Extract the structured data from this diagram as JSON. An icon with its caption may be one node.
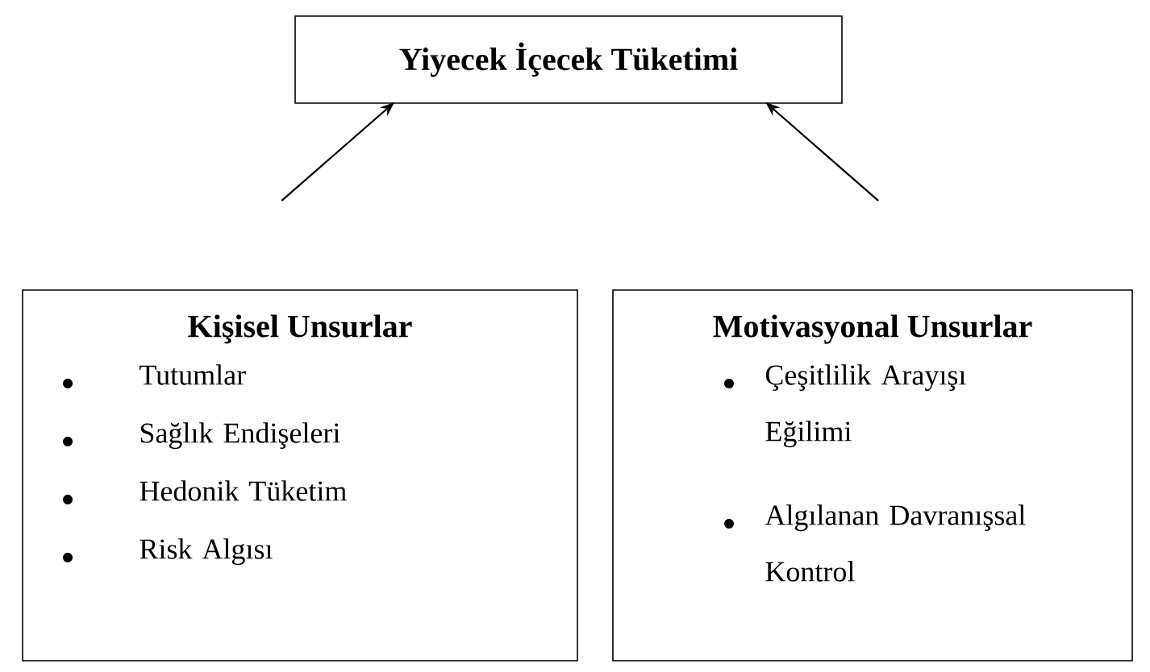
{
  "diagram": {
    "nodes": [
      {
        "text": [
          "Yiyecek İçecek Tüketimi"
        ]
      },
      {
        "text": [
          "Kişisel Unsurlar",
          "Tutumlar",
          "Sağlık Endişeleri",
          "Hedonik Tüketim",
          "Risk Algısı"
        ]
      },
      {
        "text": [
          "Motivasyonal Unsurlar",
          "Çeşitlilik Arayışı Eğilimi",
          "Algılanan Davranışsal Kontrol"
        ]
      }
    ],
    "edges": [
      {
        "from": 1,
        "to": 0,
        "arrow": "to"
      },
      {
        "from": 2,
        "to": 0,
        "arrow": "to"
      }
    ]
  }
}
